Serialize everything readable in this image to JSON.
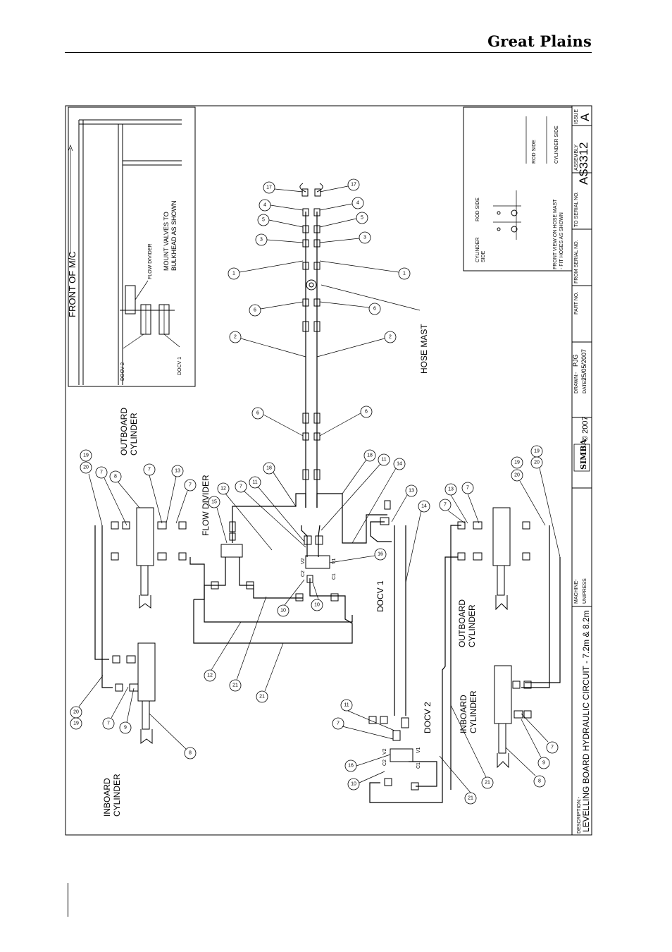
{
  "header": {
    "brand": "Great Plains"
  },
  "drawing": {
    "inset": {
      "front_label": "FRONT OF M/C",
      "flow_divider": "FLOW DIVIDER",
      "mount_line1": "MOUNT VALVES TO",
      "mount_line2": "BULKHEAD AS SHOWN",
      "docv2": "DOCV 2",
      "docv1": "DOCV 1"
    },
    "mast_view": {
      "cylinder_side_1": "CYLINDER",
      "cylinder_side_2": "SIDE",
      "rod_side": "ROD SIDE",
      "front_view_1": "FRONT VIEW ON HOSE MAST",
      "front_view_2": "- FIT HOSES AS SHOWN",
      "rod_side_key": "ROD SIDE",
      "cylinder_side_key": "CYLINDER SIDE"
    },
    "labels": {
      "hose_mast": "HOSE MAST",
      "flow_divider": "FLOW DIVIDER",
      "docv1": "DOCV 1",
      "docv2": "DOCV 2",
      "outboard_1": "OUTBOARD",
      "cylinder": "CYLINDER",
      "inboard_1": "INBOARD",
      "outboard_r": "OUTBOARD",
      "inboard_r": "INBOARD",
      "v1": "V1",
      "v2": "V2",
      "c1": "C1",
      "c2": "C2"
    },
    "title_block": {
      "description_label": "DESCRIPTION:-",
      "description": "LEVELLING BOARD HYDRAULIC CIRCUIT - 7.2m & 8.2m",
      "machine_label": "MACHINE-",
      "machine": "UNIPRESS",
      "logo": "SIMBA",
      "copyright": "© 2007",
      "drawn_label": "DRAWN:-",
      "drawn": "PJG",
      "date_label": "DATE:-",
      "date": "25/05/2007",
      "part_no_label": "PART NO.",
      "from_serial_label": "FROM SERIAL NO.",
      "to_serial_label": "TO SERIAL NO.",
      "assembly_label": "ASSEMBLY",
      "assembly": "AS3312",
      "issue_label": "ISSUE",
      "issue": "A"
    }
  }
}
